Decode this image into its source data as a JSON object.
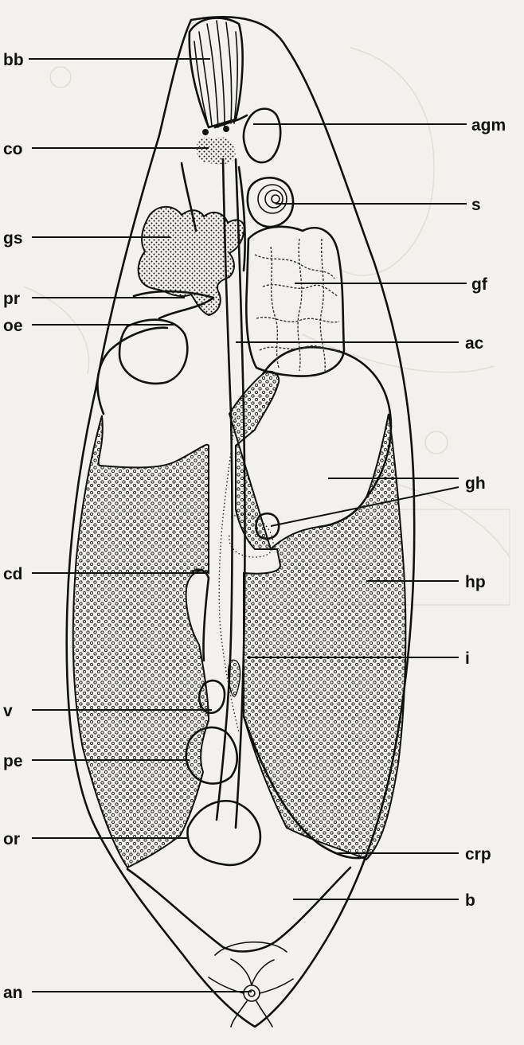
{
  "labels": {
    "bb": "bb",
    "co": "co",
    "gs": "gs",
    "pr": "pr",
    "oe": "oe",
    "cd": "cd",
    "v": "v",
    "pe": "pe",
    "or": "or",
    "an": "an",
    "agm": "agm",
    "s": "s",
    "gf": "gf",
    "ac": "ac",
    "gh": "gh",
    "hp": "hp",
    "i": "i",
    "crp": "crp",
    "b": "b"
  },
  "colors": {
    "ink": "#111111",
    "paper": "#f2f1ed",
    "show_through": "#c9c7c1"
  }
}
